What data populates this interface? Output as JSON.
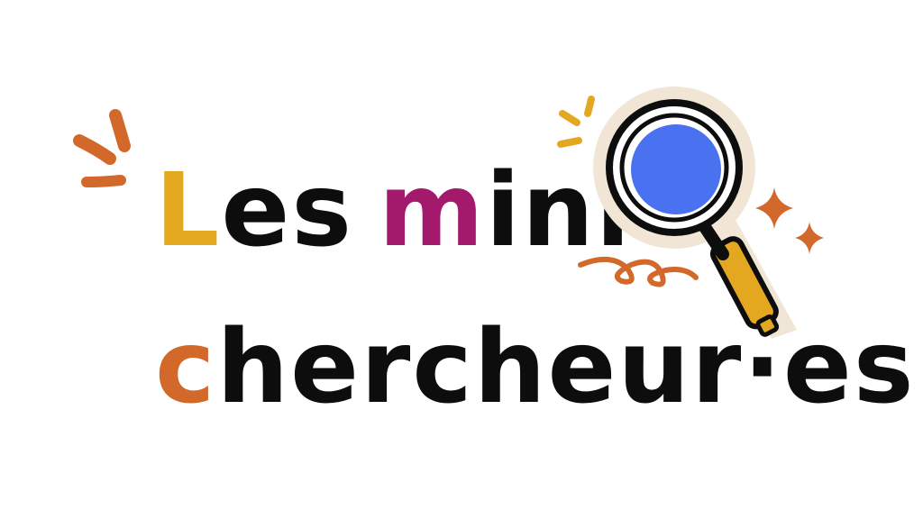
{
  "title": {
    "line1": {
      "accent_letter": "L",
      "rest_word1": "es",
      "accent_letter2": "m",
      "rest_word2": "ini"
    },
    "line2": {
      "accent_letter": "c",
      "rest": "hercheur·es"
    }
  },
  "colors": {
    "background": "#ffffff",
    "text": "#0d0d0d",
    "yellow": "#e3a81f",
    "magenta": "#a3196b",
    "orange": "#d2682a",
    "lens_blue": "#4a72f0",
    "halo": "#f1e6d6"
  },
  "icons": [
    "magnifying-glass-icon",
    "burst-lines-icon",
    "sparkle-icon",
    "squiggle-icon"
  ]
}
